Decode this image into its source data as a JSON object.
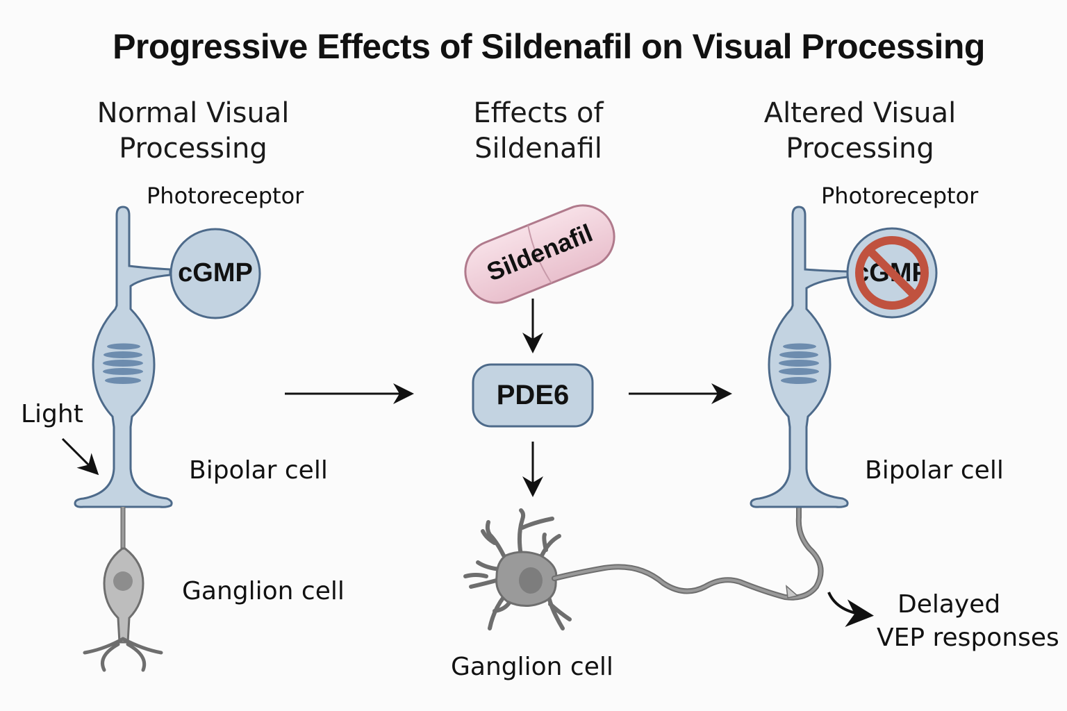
{
  "title": "Progressive Effects of Sildenafil on Visual Processing",
  "columns": {
    "left": {
      "heading_line1": "Normal Visual",
      "heading_line2": "Processing"
    },
    "middle": {
      "heading_line1": "Effects of",
      "heading_line2": "Sildenafil"
    },
    "right": {
      "heading_line1": "Altered Visual",
      "heading_line2": "Processing"
    }
  },
  "left_panel": {
    "photoreceptor_label": "Photoreceptor",
    "cgmp_label": "cGMP",
    "light_label": "Light",
    "bipolar_label": "Bipolar cell",
    "ganglion_label": "Ganglion cell"
  },
  "middle_panel": {
    "pill_label": "Sildenafil",
    "enzyme_label": "PDE6",
    "ganglion_label": "Ganglion cell"
  },
  "right_panel": {
    "photoreceptor_label": "Photoreceptor",
    "cgmp_label": "cGMP",
    "cgmp_status": "blocked",
    "bipolar_label": "Bipolar cell",
    "outcome_line1": "Delayed",
    "outcome_line2": "VEP responses"
  },
  "colors": {
    "cell_fill": "#c3d3e1",
    "cell_stroke": "#4d6a8a",
    "cell_stripes": "#6d8cae",
    "neuron_fill": "#9a9a9a",
    "neuron_stroke": "#6e6e6e",
    "pill_fill": "#f2d3dc",
    "pill_stroke": "#b07a8c",
    "prohibit_red": "#c0523f",
    "arrow": "#111111"
  }
}
